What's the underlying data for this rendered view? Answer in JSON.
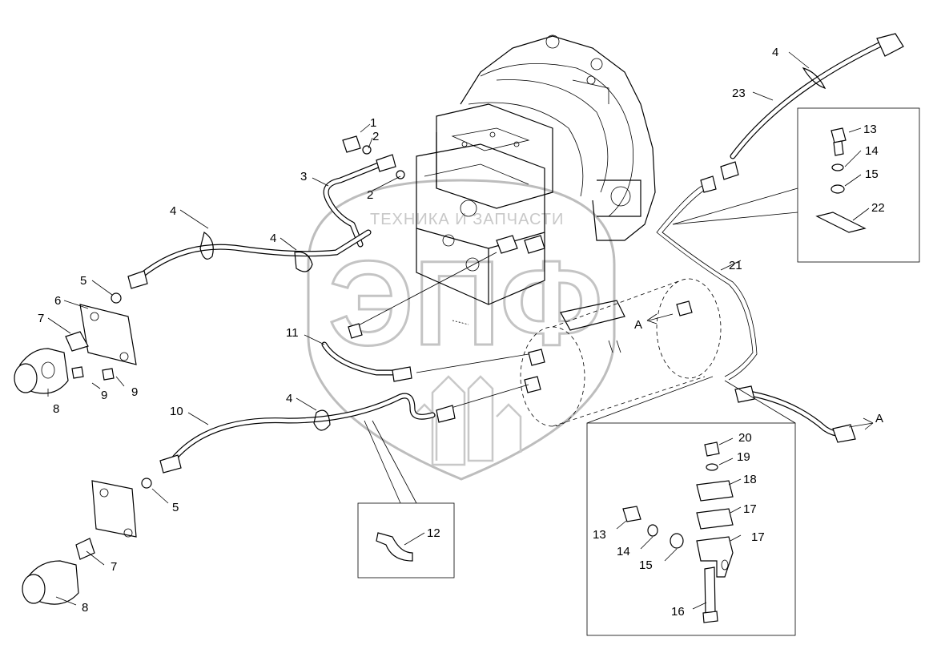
{
  "watermark": {
    "top_text": "ТЕХНИКА И ЗАПЧАСТИ",
    "logo_text": "ЭПФ"
  },
  "flow_marks": {
    "arrow_a_1": "A",
    "arrow_a_2": "A"
  },
  "callouts": {
    "c1": "1",
    "c2a": "2",
    "c2b": "2",
    "c3": "3",
    "c4a": "4",
    "c4b": "4",
    "c4c": "4",
    "c4d": "4",
    "c5a": "5",
    "c5b": "5",
    "c6": "6",
    "c7a": "7",
    "c7b": "7",
    "c8a": "8",
    "c8b": "8",
    "c9a": "9",
    "c9b": "9",
    "c10": "10",
    "c11": "11",
    "c12": "12",
    "c13a": "13",
    "c13b": "13",
    "c14a": "14",
    "c14b": "14",
    "c15a": "15",
    "c15b": "15",
    "c16": "16",
    "c17a": "17",
    "c17b": "17",
    "c18": "18",
    "c19": "19",
    "c20": "20",
    "c21": "21",
    "c22": "22",
    "c23": "23"
  }
}
